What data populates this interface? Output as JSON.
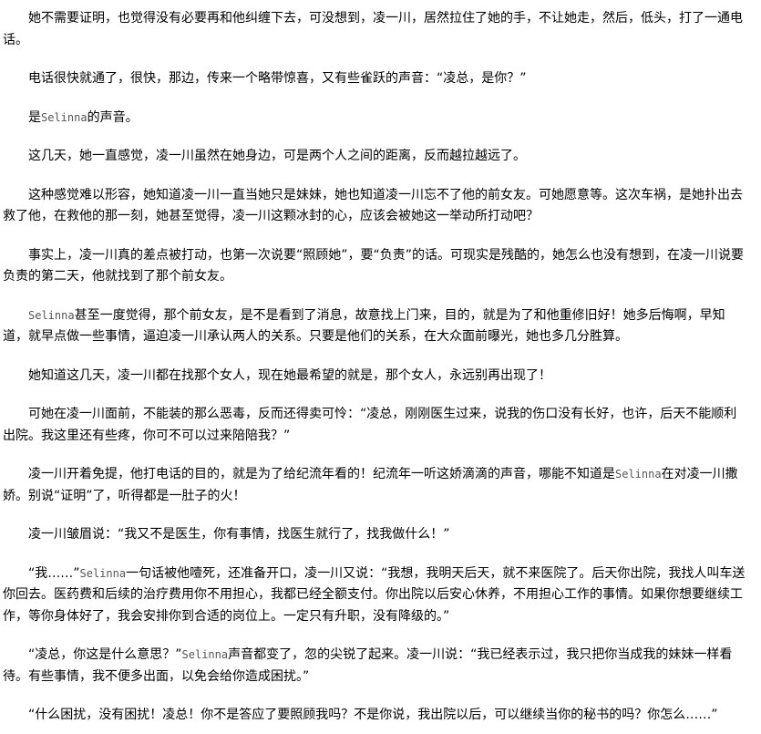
{
  "paragraphs": [
    "她不需要证明，也觉得没有必要再和他纠缠下去，可没想到，凌一川，居然拉住了她的手，不让她走，然后，低头，打了一通电话。",
    "电话很快就通了，很快，那边，传来一个略带惊喜，又有些雀跃的声音：“凌总，是你？”",
    "是Selinna的声音。",
    "这几天，她一直感觉，凌一川虽然在她身边，可是两个人之间的距离，反而越拉越远了。",
    "这种感觉难以形容，她知道凌一川一直当她只是妹妹，她也知道凌一川忘不了他的前女友。可她愿意等。这次车祸，是她扑出去救了他，在救他的那一刻，她甚至觉得，凌一川这颗冰封的心，应该会被她这一举动所打动吧？",
    "事实上，凌一川真的差点被打动，也第一次说要“照顾她”，要“负责”的话。可现实是残酷的，她怎么也没有想到，在凌一川说要负责的第二天，他就找到了那个前女友。",
    "Selinna甚至一度觉得，那个前女友，是不是看到了消息，故意找上门来，目的，就是为了和他重修旧好！她多后悔啊，早知道，就早点做一些事情，逼迫凌一川承认两人的关系。只要是他们的关系，在大众面前曝光，她也多几分胜算。",
    "她知道这几天，凌一川都在找那个女人，现在她最希望的就是，那个女人，永远别再出现了！",
    "可她在凌一川面前，不能装的那么恶毒，反而还得卖可怜：“凌总，刚刚医生过来，说我的伤口没有长好，也许，后天不能顺利出院。我这里还有些疼，你可不可以过来陪陪我？”",
    "凌一川开着免提，他打电话的目的，就是为了给纪流年看的！纪流年一听这娇滴滴的声音，哪能不知道是Selinna在对凌一川撒娇。别说“证明”了，听得都是一肚子的火！",
    "凌一川皱眉说：“我又不是医生，你有事情，找医生就行了，找我做什么！”",
    "“我……”Selinna一句话被他噎死，还准备开口，凌一川又说：“我想，我明天后天，就不来医院了。后天你出院，我找人叫车送你回去。医药费和后续的治疗费用你不用担心，我都已经全额支付。你出院以后安心休养，不用担心工作的事情。如果你想要继续工作，等你身体好了，我会安排你到合适的岗位上。一定只有升职，没有降级的。”",
    "“凌总，你这是什么意思？”Selinna声音都变了，忽的尖锐了起来。凌一川说：“我已经表示过，我只把你当成我的妹妹一样看待。有些事情，我不便多出面，以免会给你造成困扰。”",
    "“什么困扰，没有困扰！凌总！你不是答应了要照顾我吗？不是你说，我出院以后，可以继续当你的秘书的吗？你怎么……”"
  ]
}
